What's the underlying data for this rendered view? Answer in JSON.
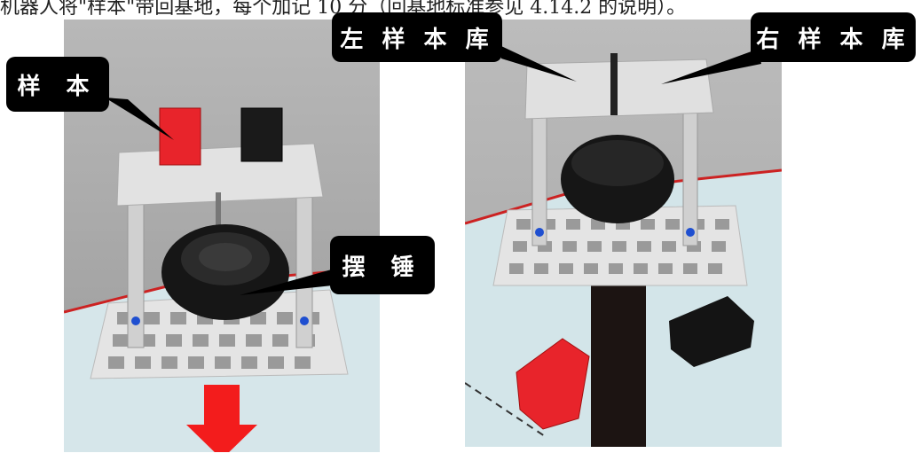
{
  "caption": "机器人将\"样本\"带回基地，每个加记 10 分（回基地标准参见 4.14.2 的说明）。",
  "callouts": {
    "sample": "样 本",
    "pendulum": "摆 锤",
    "left_library": "左 样 本 库",
    "right_library": "右 样 本 库"
  },
  "colors": {
    "red_block": "#e8242b",
    "black_block": "#1a1a1a",
    "mat": "#cfe2e6",
    "arrow": "#f31c1c"
  }
}
